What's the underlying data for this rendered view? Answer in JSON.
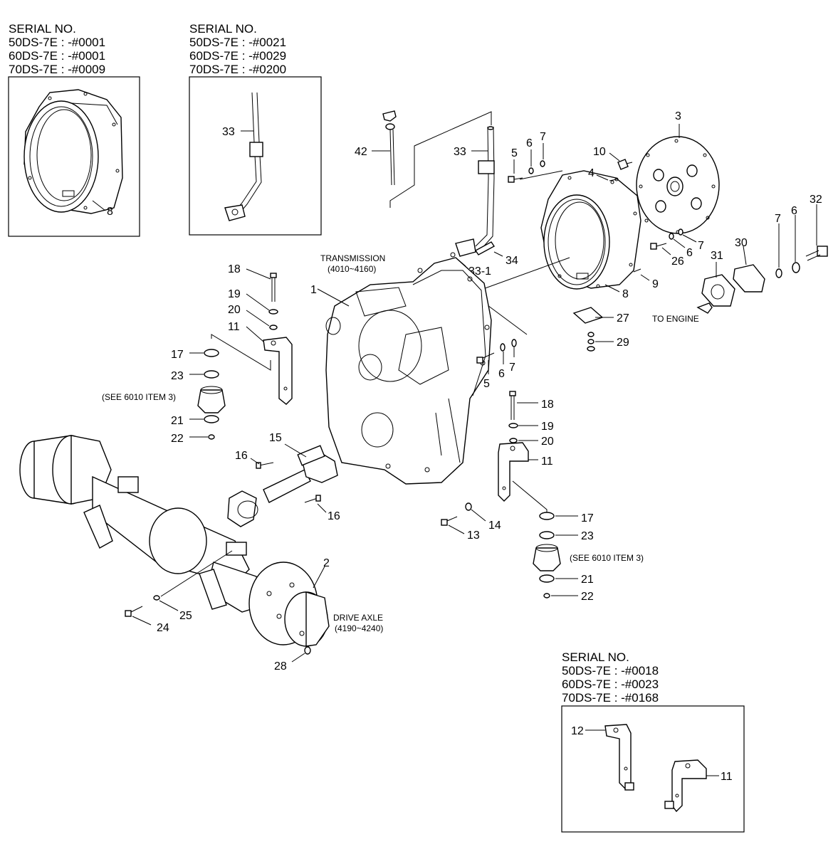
{
  "serial_boxes": [
    {
      "heading": "SERIAL NO.",
      "lines": [
        "50DS-7E : -#0001",
        "60DS-7E : -#0001",
        "70DS-7E : -#0009"
      ]
    },
    {
      "heading": "SERIAL NO.",
      "lines": [
        "50DS-7E : -#0021",
        "60DS-7E : -#0029",
        "70DS-7E : -#0200"
      ]
    },
    {
      "heading": "SERIAL NO.",
      "lines": [
        "50DS-7E : -#0018",
        "60DS-7E : -#0023",
        "70DS-7E : -#0168"
      ]
    }
  ],
  "notes": {
    "transmission": "TRANSMISSION",
    "transmission_range": "(4010~4160)",
    "drive_axle": "DRIVE AXLE",
    "drive_axle_range": "(4190~4240)",
    "to_engine": "TO ENGINE",
    "see_mount_left": "(SEE 6010 ITEM 3)",
    "see_mount_right": "(SEE 6010 ITEM 3)"
  },
  "callouts": {
    "inset1_8": "8",
    "inset2_33": "33",
    "c42": "42",
    "c33": "33",
    "c5a": "5",
    "c6a": "6",
    "c7a": "7",
    "c10": "10",
    "c4": "4",
    "c3": "3",
    "c32": "32",
    "c6b": "6",
    "c7b": "7",
    "c30": "30",
    "c31": "31",
    "c26": "26",
    "c6c": "6",
    "c7c": "7",
    "c34": "34",
    "c33_1": "33-1",
    "c9": "9",
    "c8": "8",
    "c27": "27",
    "c29": "29",
    "c1": "1",
    "c5b": "5",
    "c6d": "6",
    "c7d": "7",
    "c18a": "18",
    "c19a": "19",
    "c20a": "20",
    "c11a": "11",
    "c17a": "17",
    "c23a": "23",
    "c21a": "21",
    "c22a": "22",
    "c18b": "18",
    "c19b": "19",
    "c20b": "20",
    "c11b": "11",
    "c14": "14",
    "c13": "13",
    "c17b": "17",
    "c23b": "23",
    "c21b": "21",
    "c22b": "22",
    "c15": "15",
    "c16a": "16",
    "c16b": "16",
    "c2": "2",
    "c25": "25",
    "c24": "24",
    "c28": "28",
    "inset3_12": "12",
    "inset3_11": "11"
  }
}
